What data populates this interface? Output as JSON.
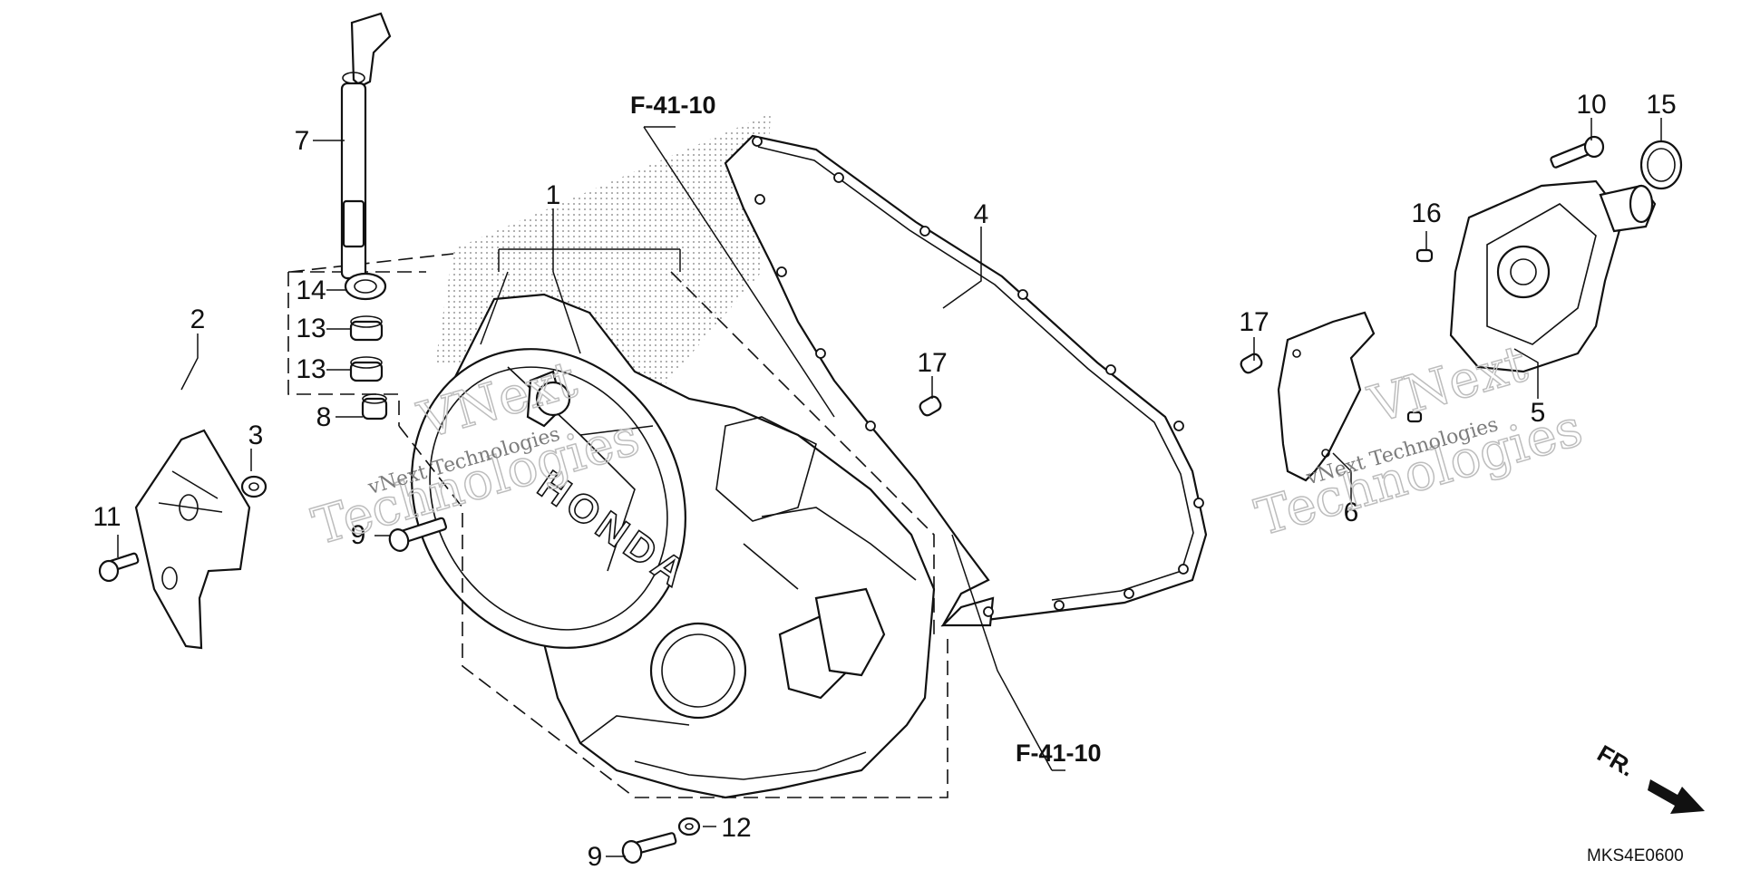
{
  "diagram": {
    "callouts": [
      "1",
      "2",
      "3",
      "4",
      "5",
      "6",
      "7",
      "8",
      "9",
      "10",
      "11",
      "12",
      "13",
      "14",
      "15",
      "16",
      "17"
    ],
    "callout_repeats": {
      "9": 2,
      "13": 2,
      "17": 2
    },
    "references": [
      "F-41-10",
      "F-41-10"
    ],
    "front_arrow_label": "FR.",
    "drawing_code": "MKS4E0600",
    "brand_mark": "HONDA"
  },
  "watermark": {
    "line1": "VNext",
    "line2": "Technologies",
    "small": "vNext Technologies"
  }
}
